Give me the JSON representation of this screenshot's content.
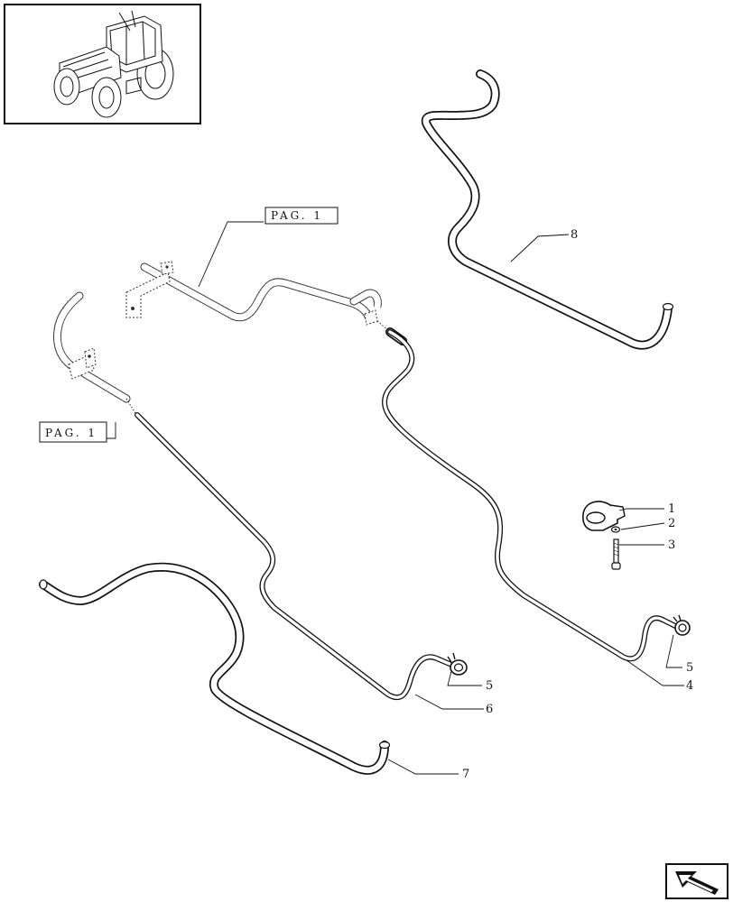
{
  "labels": {
    "p1": "1",
    "p2": "2",
    "p3": "3",
    "p4": "4",
    "p5a": "5",
    "p5b": "5",
    "p6": "6",
    "p7": "7",
    "p8": "8"
  },
  "references": {
    "pag_top": "PAG. 1",
    "pag_left": "PAG. 1"
  },
  "icons": {
    "thumbnail": "tractor-thumbnail-icon",
    "navigation": "next-page-arrow-icon"
  }
}
